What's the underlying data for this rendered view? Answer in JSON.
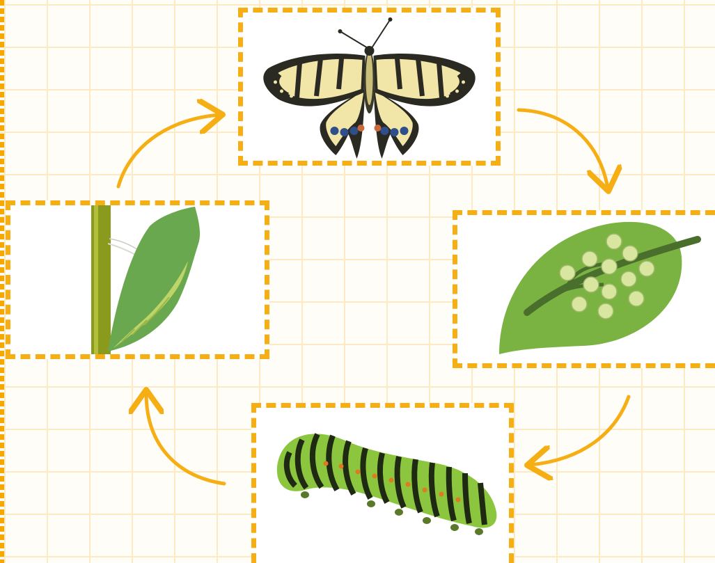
{
  "diagram": {
    "type": "life-cycle",
    "stages": [
      {
        "id": "adult",
        "picture": "swallowtail-butterfly"
      },
      {
        "id": "egg",
        "picture": "eggs-on-leaf"
      },
      {
        "id": "larva",
        "picture": "striped-caterpillar"
      },
      {
        "id": "pupa",
        "picture": "chrysalis-on-stem"
      }
    ],
    "cycle_order": [
      "adult",
      "egg",
      "larva",
      "pupa",
      "adult"
    ]
  },
  "colors": {
    "frame": "#f5ae14",
    "arrow": "#f5ae14",
    "grid": "#fde9c2",
    "leaf": "#7bb342",
    "egg": "#d8e6a0",
    "caterpillar": "#8cc63f",
    "chrysalis": "#6aa84f",
    "butterfly_yellow": "#f1e5a8",
    "butterfly_dark": "#2a2a22",
    "butterfly_blue": "#2e4f8a"
  }
}
